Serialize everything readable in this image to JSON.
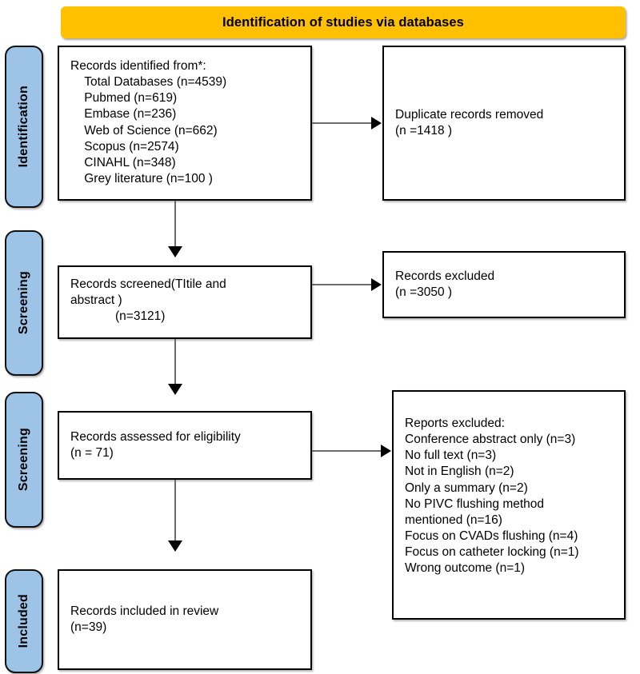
{
  "banner": {
    "title": "Identification of studies via databases",
    "color": "#FFC000"
  },
  "stages": [
    {
      "label": "Identification"
    },
    {
      "label": "Screening"
    },
    {
      "label": "Screening"
    },
    {
      "label": "Included"
    }
  ],
  "stage_color": "#9DC3E6",
  "chart_data": {
    "type": "diagram",
    "title": "Identification of studies via databases",
    "nodes": [
      {
        "id": "records-identified",
        "stage": "Identification",
        "text": "Records identified from*:\n    Total Databases (n=4539)\n    Pubmed (n=619)\n    Embase (n=236)\n    Web of Science (n=662)\n    Scopus (n=2574)\n    CINAHL (n=348)\n    Grey literature (n=100 )",
        "counts": {
          "total_databases": 4539,
          "pubmed": 619,
          "embase": 236,
          "web_of_science": 662,
          "scopus": 2574,
          "cinahl": 348,
          "grey_literature": 100
        }
      },
      {
        "id": "duplicates-removed",
        "stage": "Identification",
        "text": "Duplicate records removed\n(n =1418 )",
        "counts": {
          "removed": 1418
        }
      },
      {
        "id": "records-screened",
        "stage": "Screening",
        "text": "Records screened(TItile and\nabstract )\n             (n=3121)",
        "counts": {
          "screened": 3121
        }
      },
      {
        "id": "records-excluded",
        "stage": "Screening",
        "text": "Records excluded\n(n =3050 )",
        "counts": {
          "excluded": 3050
        }
      },
      {
        "id": "records-assessed",
        "stage": "Screening",
        "text": "Records assessed for eligibility\n(n = 71)",
        "counts": {
          "assessed": 71
        }
      },
      {
        "id": "reports-excluded",
        "stage": "Screening",
        "text": "Reports excluded:\nConference abstract only (n=3)\nNo full text (n=3)\nNot in English (n=2)\nOnly a summary (n=2)\nNo PIVC flushing method\nmentioned (n=16)\nFocus on CVADs flushing (n=4)\nFocus on catheter locking (n=1)\nWrong outcome (n=1)",
        "counts": {
          "conference_abstract_only": 3,
          "no_full_text": 3,
          "not_in_english": 2,
          "only_a_summary": 2,
          "no_pivc_flushing_method_mentioned": 16,
          "focus_on_cvads_flushing": 4,
          "focus_on_catheter_locking": 1,
          "wrong_outcome": 1
        }
      },
      {
        "id": "records-included",
        "stage": "Included",
        "text": "Records included in review\n(n=39)",
        "counts": {
          "included": 39
        }
      }
    ],
    "edges": [
      {
        "from": "records-identified",
        "to": "duplicates-removed",
        "direction": "right"
      },
      {
        "from": "records-identified",
        "to": "records-screened",
        "direction": "down"
      },
      {
        "from": "records-screened",
        "to": "records-excluded",
        "direction": "right"
      },
      {
        "from": "records-screened",
        "to": "records-assessed",
        "direction": "down"
      },
      {
        "from": "records-assessed",
        "to": "reports-excluded",
        "direction": "right"
      },
      {
        "from": "records-assessed",
        "to": "records-included",
        "direction": "down"
      }
    ]
  }
}
